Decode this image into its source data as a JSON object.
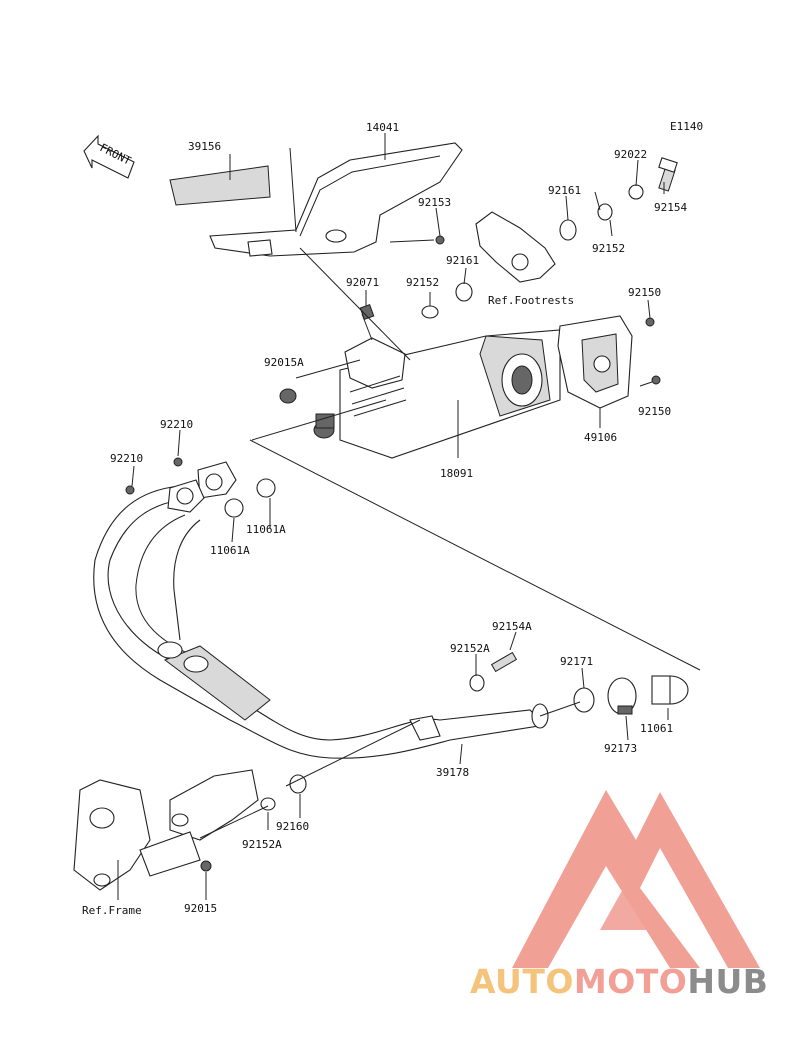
{
  "diagram": {
    "code": "E1140",
    "front_label": "FRONT",
    "refs": {
      "footrests": "Ref.Footrests",
      "frame": "Ref.Frame"
    },
    "parts": {
      "p39156": "39156",
      "p14041": "14041",
      "p92022": "92022",
      "p92161_top": "92161",
      "p92153": "92153",
      "p92154": "92154",
      "p92152_top": "92152",
      "p92161_mid": "92161",
      "p92071": "92071",
      "p92152_mid": "92152",
      "p92150_top": "92150",
      "p92015A": "92015A",
      "p92150_bot": "92150",
      "p49106": "49106",
      "p18091": "18091",
      "p92210_a": "92210",
      "p92210_b": "92210",
      "p11061A_r": "11061A",
      "p11061A_l": "11061A",
      "p92154A": "92154A",
      "p92152A_top": "92152A",
      "p92171": "92171",
      "p11061": "11061",
      "p92173": "92173",
      "p39178": "39178",
      "p92160": "92160",
      "p92152A_bot": "92152A",
      "p92015": "92015"
    }
  },
  "watermark": {
    "word_part1": "AUTO",
    "word_part2": "MOTO",
    "word_part3": "HUB",
    "colors": {
      "auto": "#f5c47c",
      "moto": "#f2a096",
      "hub": "#8c8c8c",
      "triangle": "#f19b91"
    }
  }
}
